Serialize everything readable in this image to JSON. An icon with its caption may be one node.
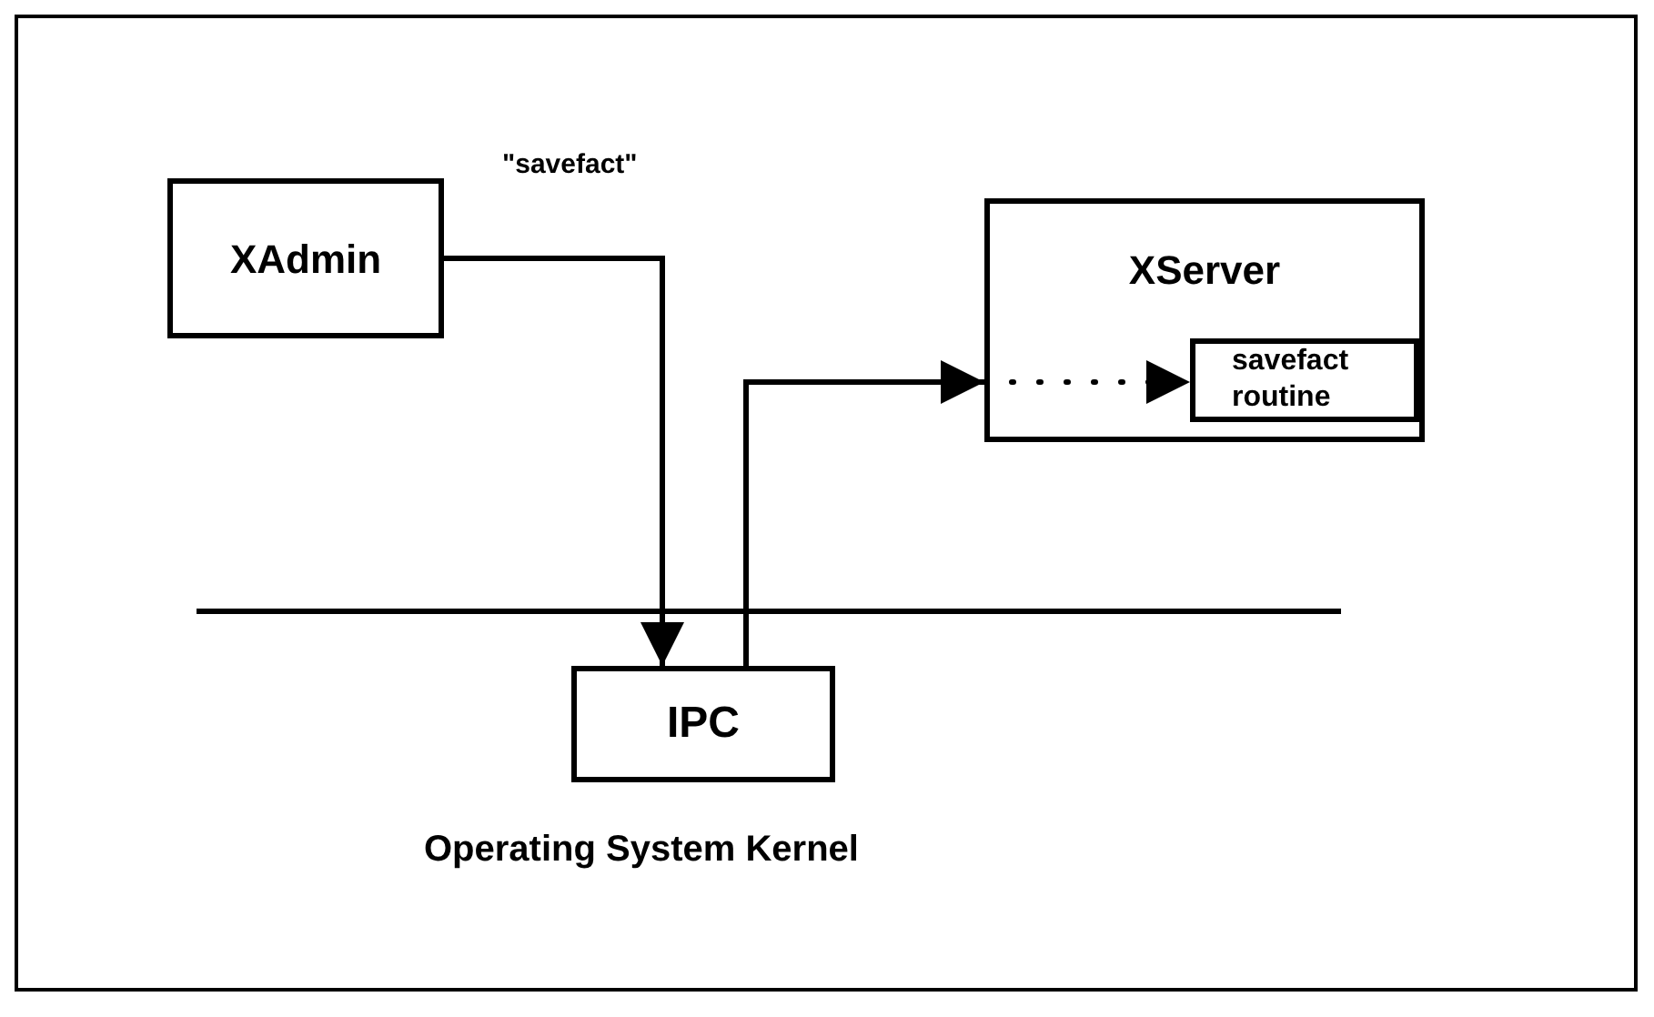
{
  "diagram": {
    "nodes": [
      {
        "text": [
          "XAdmin"
        ]
      },
      {
        "text": [
          "XServer"
        ]
      },
      {
        "text": [
          "savefact routine"
        ],
        "in": 1
      },
      {
        "text": [
          "IPC"
        ]
      }
    ],
    "edges": [
      {
        "from": 0,
        "to": 3,
        "arrow": "to",
        "label": "\"savefact\""
      },
      {
        "from": 3,
        "to": 1,
        "arrow": "to"
      },
      {
        "from": 1,
        "to": 2,
        "arrow": "to",
        "style": "dashed"
      }
    ],
    "labels": [
      "Operating System Kernel"
    ]
  }
}
